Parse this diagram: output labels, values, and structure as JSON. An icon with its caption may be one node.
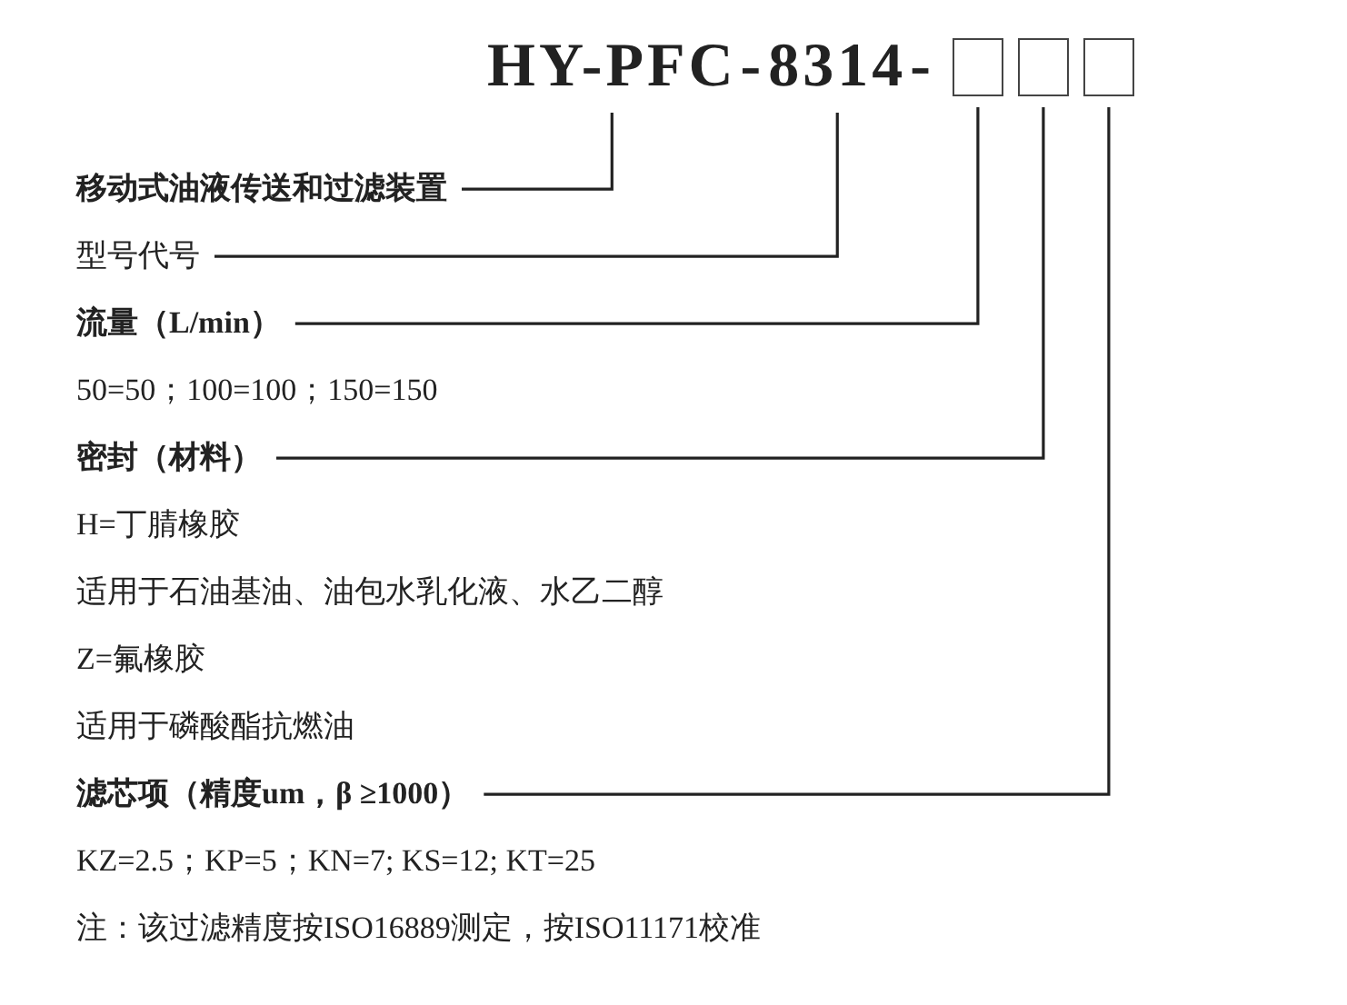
{
  "diagram": {
    "nodes": [
      {
        "text": [
          "HY-PFC"
        ]
      },
      {
        "text": [
          "8314"
        ]
      },
      {
        "text": [],
        "shape": "box"
      },
      {
        "text": [],
        "shape": "box"
      },
      {
        "text": [],
        "shape": "box"
      },
      {
        "text": [
          "移动式油液传送和过滤装置"
        ]
      },
      {
        "text": [
          "型号代号"
        ]
      },
      {
        "text": [
          "流量（L/min）"
        ]
      },
      {
        "text": [
          "密封（材料）"
        ]
      },
      {
        "text": [
          "滤芯项（精度um，β ≥1000）"
        ]
      }
    ],
    "edges": [
      {
        "from": 5,
        "to": 0,
        "arrow": "none"
      },
      {
        "from": 6,
        "to": 1,
        "arrow": "none"
      },
      {
        "from": 7,
        "to": 2,
        "arrow": "none"
      },
      {
        "from": 8,
        "to": 3,
        "arrow": "none"
      },
      {
        "from": 9,
        "to": 4,
        "arrow": "none"
      }
    ],
    "labels": [
      "-",
      "-",
      "50=50；100=100；150=150",
      "H=丁腈橡胶",
      "适用于石油基油、油包水乳化液、水乙二醇",
      "Z=氟橡胶",
      "适用于磷酸酯抗燃油",
      "KZ=2.5；KP=5；KN=7; KS=12; KT=25",
      "注：该过滤精度按ISO16889测定，按ISO11171校准"
    ]
  }
}
